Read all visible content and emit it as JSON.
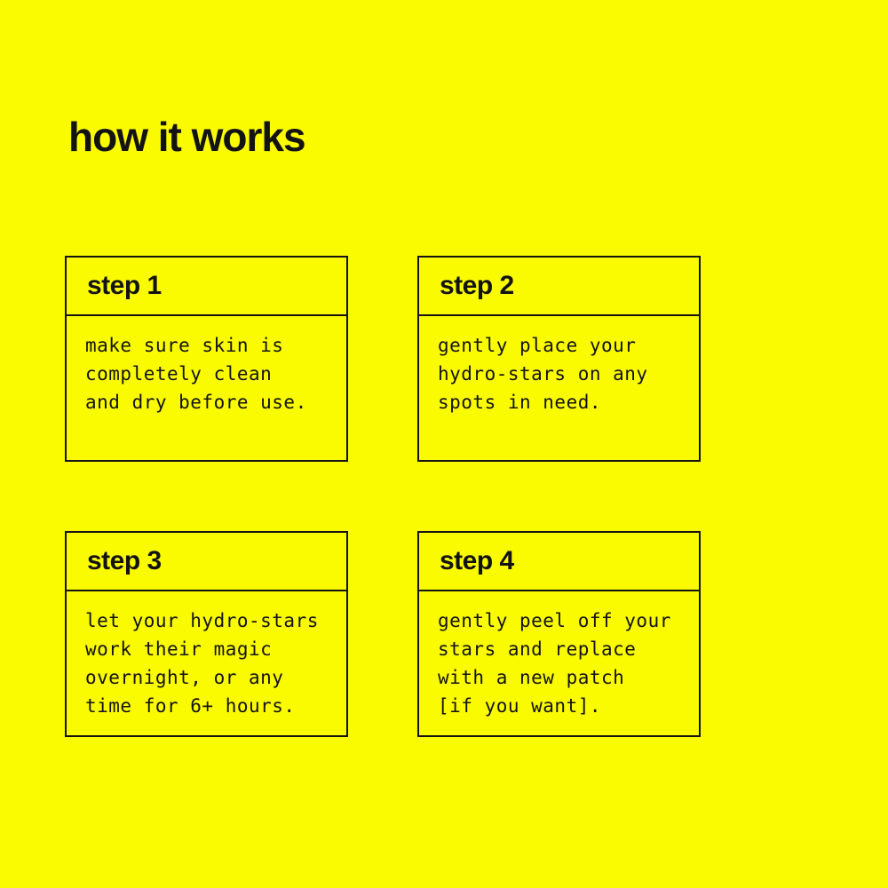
{
  "page": {
    "background_color": "#FBFB00",
    "text_color": "#131313"
  },
  "title": "how it works",
  "steps": [
    {
      "label": "step 1",
      "text": "make sure skin is\ncompletely clean\nand dry before use."
    },
    {
      "label": "step 2",
      "text": "gently place your\nhydro-stars on any\nspots in need."
    },
    {
      "label": "step 3",
      "text": "let your hydro-stars\nwork their magic\novernight, or any\ntime for 6+ hours."
    },
    {
      "label": "step 4",
      "text": "gently peel off your\nstars and replace\nwith a new patch\n[if you want]."
    }
  ]
}
